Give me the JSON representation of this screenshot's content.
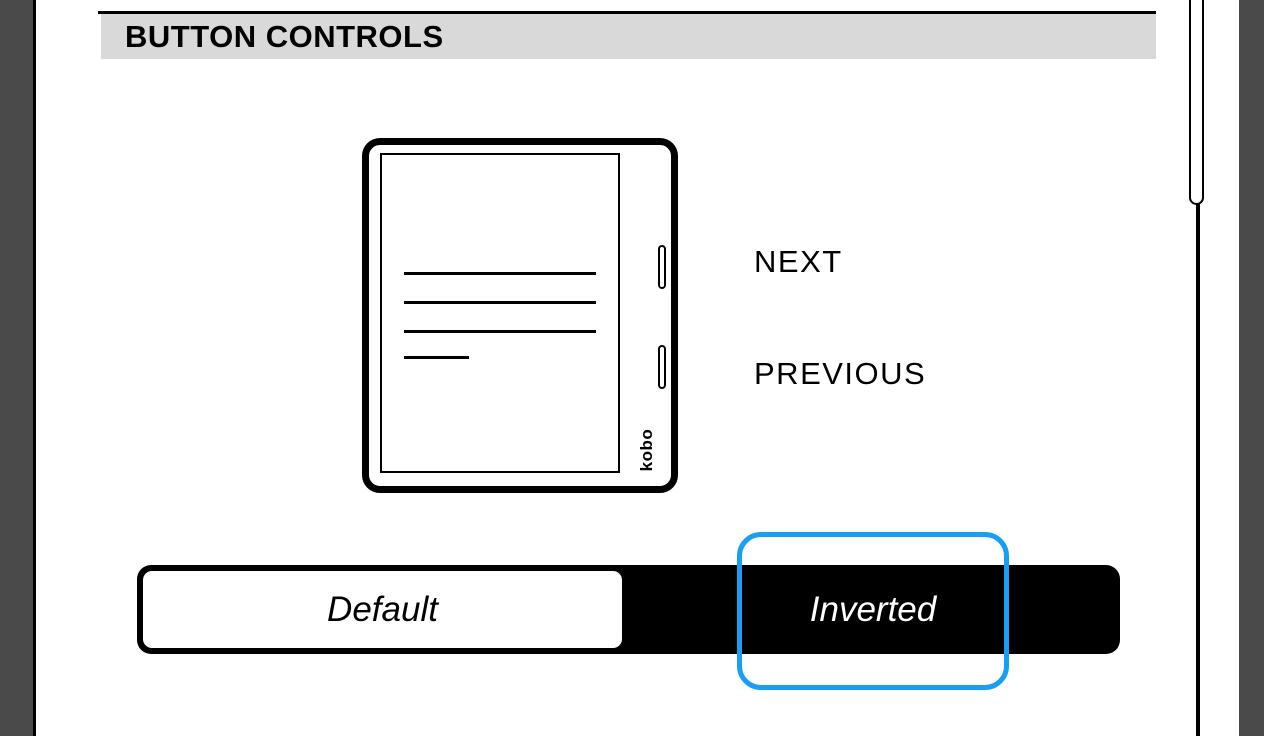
{
  "window": {
    "section_header": "BUTTON CONTROLS"
  },
  "device": {
    "brand_logo": "kobo"
  },
  "button_labels": {
    "next": "NEXT",
    "previous": "PREVIOUS"
  },
  "toggle": {
    "default_label": "Default",
    "inverted_label": "Inverted",
    "focused_option": "Inverted"
  },
  "colors": {
    "accent_blue": "#189ef2",
    "frame_gray": "#4a4a4a",
    "header_gray": "#d9d9d9"
  }
}
